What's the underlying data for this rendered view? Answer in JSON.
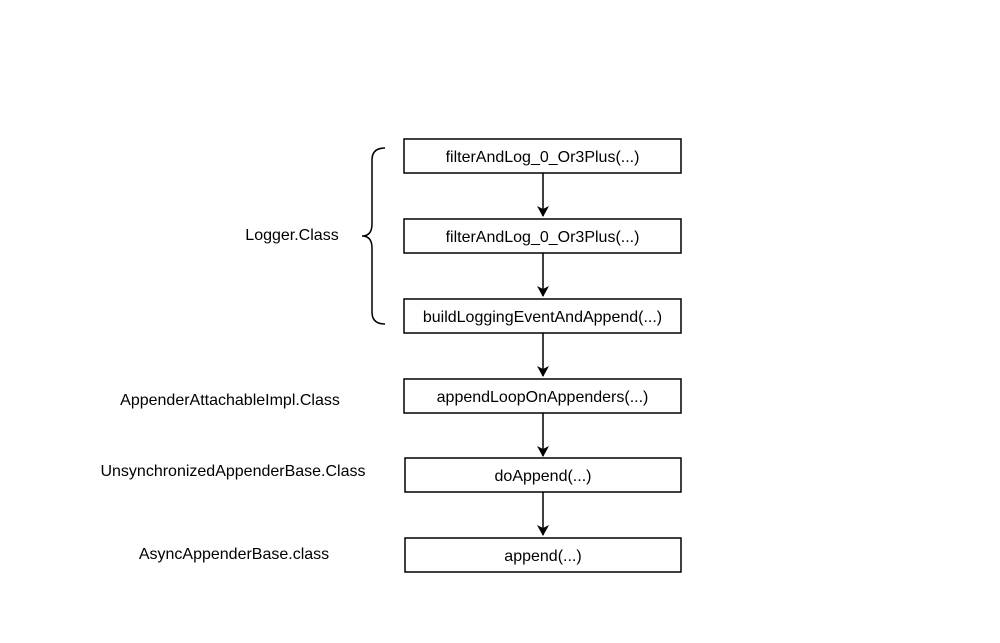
{
  "diagram": {
    "nodes": [
      {
        "id": "n1",
        "label": "filterAndLog_0_Or3Plus(...)"
      },
      {
        "id": "n2",
        "label": "filterAndLog_0_Or3Plus(...)"
      },
      {
        "id": "n3",
        "label": "buildLoggingEventAndAppend(...)"
      },
      {
        "id": "n4",
        "label": "appendLoopOnAppenders(...)"
      },
      {
        "id": "n5",
        "label": "doAppend(...)"
      },
      {
        "id": "n6",
        "label": "append(...)"
      }
    ],
    "edges": [
      {
        "from": "n1",
        "to": "n2"
      },
      {
        "from": "n2",
        "to": "n3"
      },
      {
        "from": "n3",
        "to": "n4"
      },
      {
        "from": "n4",
        "to": "n5"
      },
      {
        "from": "n5",
        "to": "n6"
      }
    ],
    "class_labels": [
      {
        "id": "logger",
        "text": "Logger.Class"
      },
      {
        "id": "appender-attachable",
        "text": "AppenderAttachableImpl.Class"
      },
      {
        "id": "unsync-appender",
        "text": "UnsynchronizedAppenderBase.Class"
      },
      {
        "id": "async-appender",
        "text": "AsyncAppenderBase.class"
      }
    ],
    "colors": {
      "stroke": "#000000",
      "fill": "#ffffff",
      "text": "#000000"
    }
  }
}
